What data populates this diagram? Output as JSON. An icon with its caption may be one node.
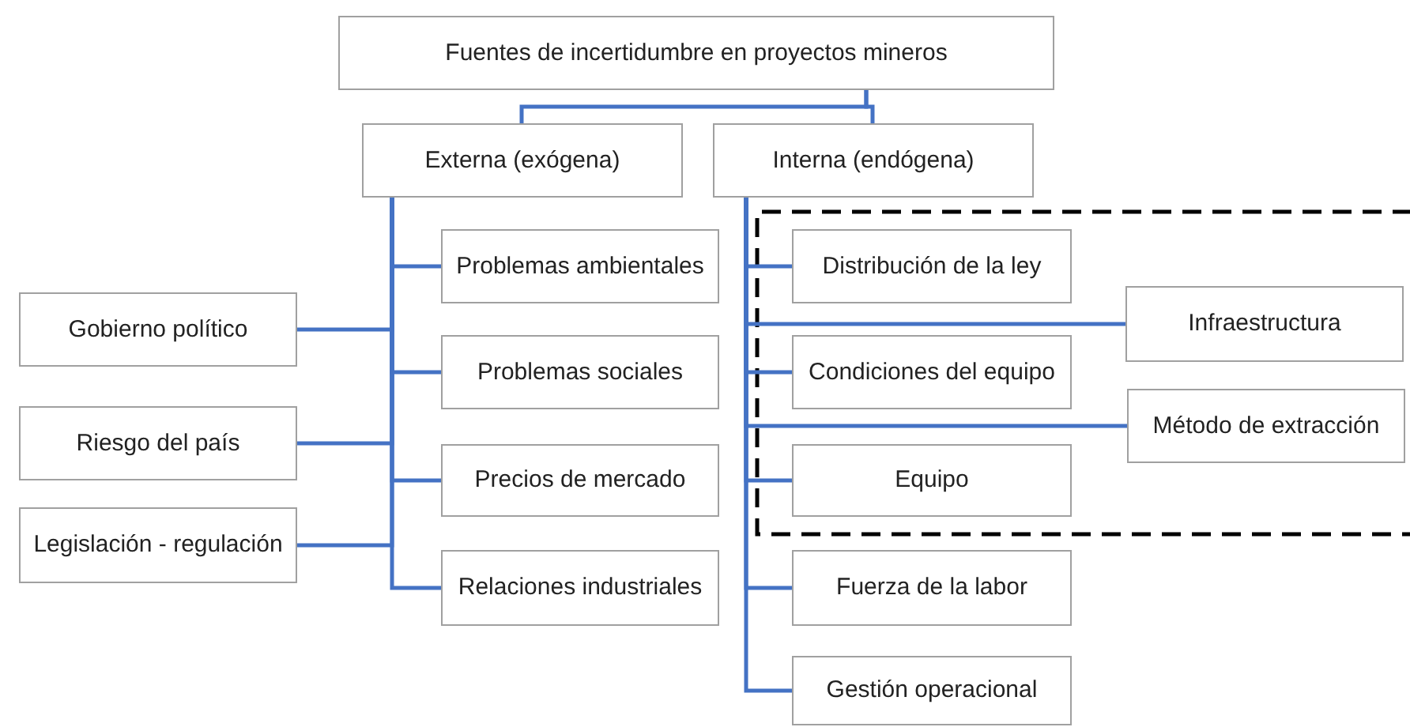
{
  "diagram": {
    "nodes": [
      {
        "text": [
          "Fuentes de incertidumbre en proyectos mineros"
        ]
      },
      {
        "text": [
          "Externa (exógena)"
        ]
      },
      {
        "text": [
          "Interna (endógena)"
        ]
      },
      {
        "text": [
          "Problemas ambientales"
        ]
      },
      {
        "text": [
          "Problemas sociales"
        ]
      },
      {
        "text": [
          "Precios de mercado"
        ]
      },
      {
        "text": [
          "Relaciones industriales"
        ]
      },
      {
        "text": [
          "Gobierno político"
        ]
      },
      {
        "text": [
          "Riesgo del país"
        ]
      },
      {
        "text": [
          "Legislación - regulación"
        ]
      },
      {
        "text": [
          "Distribución de la ley"
        ]
      },
      {
        "text": [
          "Condiciones del equipo"
        ]
      },
      {
        "text": [
          "Equipo"
        ]
      },
      {
        "text": [
          "Fuerza de la labor"
        ]
      },
      {
        "text": [
          "Gestión operacional"
        ]
      },
      {
        "text": [
          "Infraestructura"
        ]
      },
      {
        "text": [
          "Método de extracción"
        ]
      }
    ],
    "edges": [
      {
        "from": 0,
        "to": 1,
        "arrow": "none"
      },
      {
        "from": 0,
        "to": 2,
        "arrow": "none"
      },
      {
        "from": 1,
        "to": 3,
        "arrow": "none"
      },
      {
        "from": 1,
        "to": 4,
        "arrow": "none"
      },
      {
        "from": 1,
        "to": 5,
        "arrow": "none"
      },
      {
        "from": 1,
        "to": 6,
        "arrow": "none"
      },
      {
        "from": 1,
        "to": 7,
        "arrow": "none"
      },
      {
        "from": 1,
        "to": 8,
        "arrow": "none"
      },
      {
        "from": 1,
        "to": 9,
        "arrow": "none"
      },
      {
        "from": 2,
        "to": 10,
        "arrow": "none"
      },
      {
        "from": 2,
        "to": 15,
        "arrow": "none"
      },
      {
        "from": 2,
        "to": 11,
        "arrow": "none"
      },
      {
        "from": 2,
        "to": 16,
        "arrow": "none"
      },
      {
        "from": 2,
        "to": 12,
        "arrow": "none"
      },
      {
        "from": 2,
        "to": 13,
        "arrow": "none"
      },
      {
        "from": 2,
        "to": 14,
        "arrow": "none"
      }
    ]
  }
}
